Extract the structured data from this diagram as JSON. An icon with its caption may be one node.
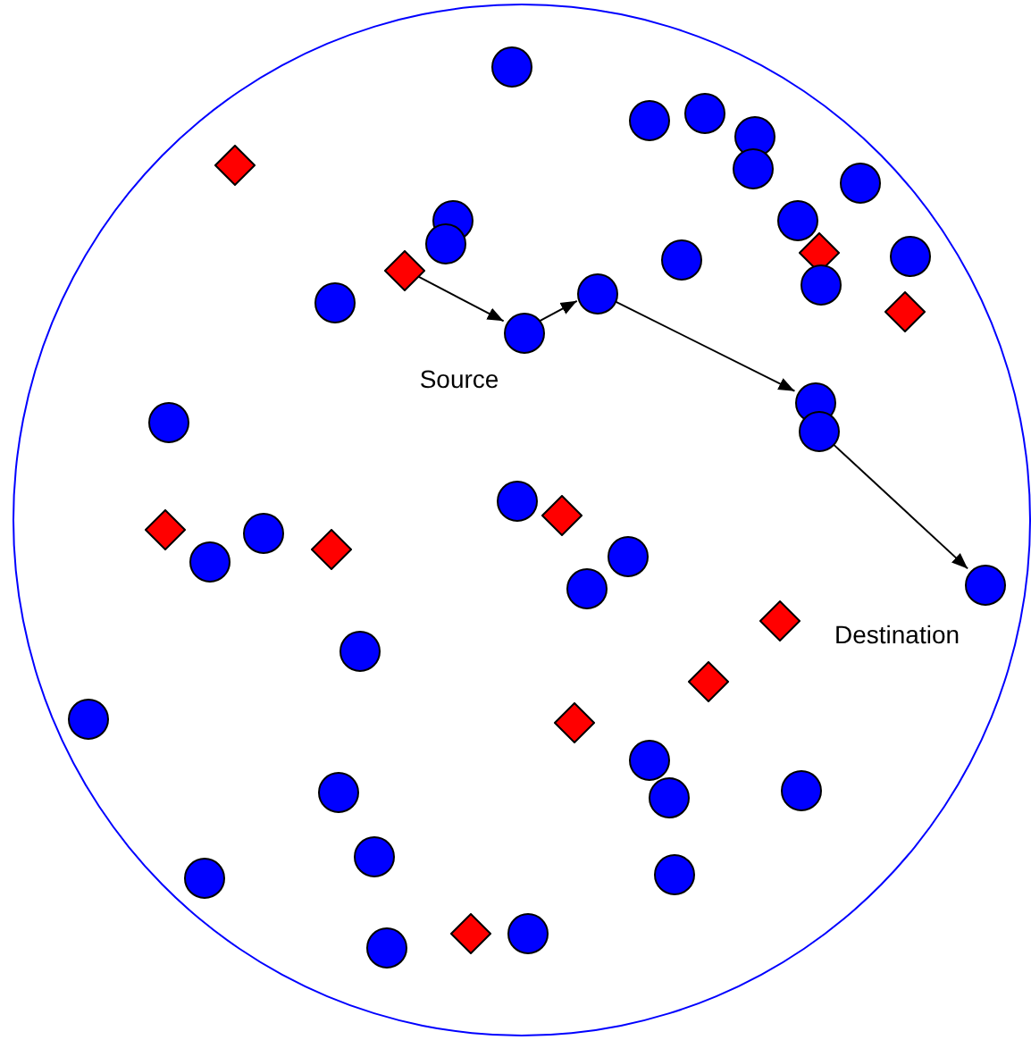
{
  "diagram": {
    "nodes": [
      {
        "text": [],
        "shape": "circle"
      },
      {
        "text": [],
        "shape": "circle",
        "in": 0
      },
      {
        "text": [],
        "shape": "circle",
        "in": 0
      },
      {
        "text": [],
        "shape": "circle",
        "in": 0
      },
      {
        "text": [],
        "shape": "circle",
        "in": 0
      },
      {
        "text": [],
        "shape": "circle",
        "in": 0
      },
      {
        "text": [],
        "shape": "diamond",
        "in": 0
      },
      {
        "text": [],
        "shape": "circle",
        "in": 0
      },
      {
        "text": [],
        "shape": "circle",
        "in": 0
      },
      {
        "text": [],
        "shape": "circle",
        "in": 0
      },
      {
        "text": [],
        "shape": "circle",
        "in": 0
      },
      {
        "text": [],
        "shape": "diamond",
        "in": 0
      },
      {
        "text": [],
        "shape": "circle",
        "in": 0
      },
      {
        "text": [],
        "shape": "circle",
        "in": 0
      },
      {
        "text": [],
        "shape": "diamond",
        "in": 0
      },
      {
        "text": [],
        "shape": "circle",
        "in": 0
      },
      {
        "text": [],
        "shape": "circle",
        "in": 0
      },
      {
        "text": [],
        "shape": "circle",
        "in": 0
      },
      {
        "text": [],
        "shape": "diamond",
        "in": 0
      },
      {
        "text": [],
        "shape": "circle",
        "in": 0
      },
      {
        "text": [],
        "shape": "circle",
        "in": 0
      },
      {
        "text": [],
        "shape": "circle",
        "in": 0
      },
      {
        "text": [],
        "shape": "circle",
        "in": 0
      },
      {
        "text": [],
        "shape": "circle",
        "in": 0
      },
      {
        "text": [],
        "shape": "diamond",
        "in": 0
      },
      {
        "text": [],
        "shape": "diamond",
        "in": 0
      },
      {
        "text": [],
        "shape": "circle",
        "in": 0
      },
      {
        "text": [],
        "shape": "diamond",
        "in": 0
      },
      {
        "text": [],
        "shape": "circle",
        "in": 0
      },
      {
        "text": [],
        "shape": "circle",
        "in": 0
      },
      {
        "text": [],
        "shape": "circle",
        "in": 0
      },
      {
        "text": [],
        "shape": "circle",
        "in": 0
      },
      {
        "text": [],
        "shape": "diamond",
        "in": 0
      },
      {
        "text": [],
        "shape": "circle",
        "in": 0
      },
      {
        "text": [],
        "shape": "diamond",
        "in": 0
      },
      {
        "text": [],
        "shape": "circle",
        "in": 0
      },
      {
        "text": [],
        "shape": "diamond",
        "in": 0
      },
      {
        "text": [],
        "shape": "circle",
        "in": 0
      },
      {
        "text": [],
        "shape": "circle",
        "in": 0
      },
      {
        "text": [],
        "shape": "circle",
        "in": 0
      },
      {
        "text": [],
        "shape": "circle",
        "in": 0
      },
      {
        "text": [],
        "shape": "circle",
        "in": 0
      },
      {
        "text": [],
        "shape": "circle",
        "in": 0
      },
      {
        "text": [],
        "shape": "circle",
        "in": 0
      },
      {
        "text": [],
        "shape": "circle",
        "in": 0
      },
      {
        "text": [],
        "shape": "diamond",
        "in": 0
      },
      {
        "text": [],
        "shape": "circle",
        "in": 0
      }
    ],
    "edges": [
      {
        "from": 14,
        "to": 19,
        "arrow": "to"
      },
      {
        "from": 19,
        "to": 16,
        "arrow": "to"
      },
      {
        "from": 16,
        "to": 20,
        "arrow": "to"
      },
      {
        "from": 22,
        "to": 30,
        "arrow": "to"
      }
    ],
    "labels": [
      "Source",
      "Destination"
    ]
  }
}
